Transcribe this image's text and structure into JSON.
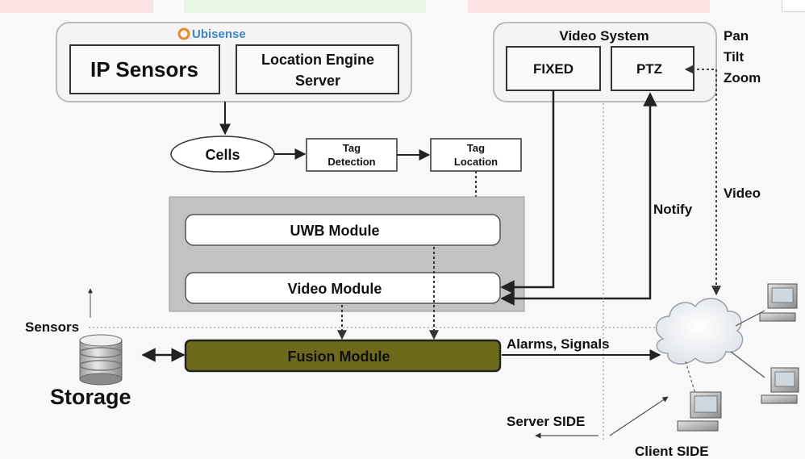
{
  "ubisense": {
    "logo_text": "Ubisense",
    "ip_sensors": "IP Sensors",
    "location_engine_line1": "Location Engine",
    "location_engine_line2": "Server"
  },
  "video_system": {
    "title": "Video System",
    "fixed": "FIXED",
    "ptz": "PTZ",
    "pan": "Pan",
    "tilt": "Tilt",
    "zoom": "Zoom"
  },
  "pipeline": {
    "cells": "Cells",
    "tag_detection_line1": "Tag",
    "tag_detection_line2": "Detection",
    "tag_location_line1": "Tag",
    "tag_location_line2": "Location"
  },
  "modules": {
    "uwb": "UWB Module",
    "video": "Video Module",
    "fusion": "Fusion Module"
  },
  "labels": {
    "notify": "Notify",
    "video": "Video",
    "sensors": "Sensors",
    "storage": "Storage",
    "alarms_signals": "Alarms, Signals",
    "server_side": "Server SIDE",
    "client_side": "Client SIDE"
  },
  "colors": {
    "fusion_fill": "#6e6a1c",
    "module_panel": "#c2c2c2",
    "logo_orange": "#e8892c",
    "logo_blue": "#3a86c8"
  }
}
